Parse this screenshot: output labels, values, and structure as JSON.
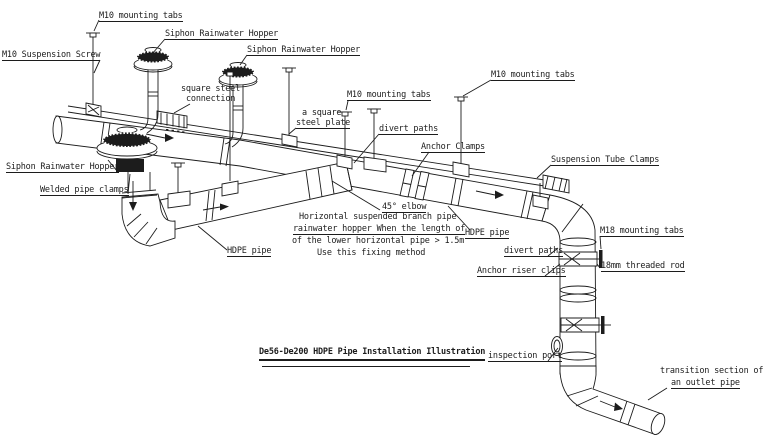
{
  "colors": {
    "ink": "#1c1c1c",
    "background": "#ffffff"
  },
  "title": "De56-De200 HDPE Pipe Installation Illustration",
  "labels": {
    "m10_mounting_tabs_left": "M10 mounting tabs",
    "siphon_hopper_top": "Siphon Rainwater Hopper",
    "m10_suspension_screw": "M10 Suspension Screw",
    "siphon_hopper_mid": "Siphon Rainwater Hopper",
    "square_steel_connection_l1": "square steel",
    "square_steel_connection_l2": "connection",
    "square_steel_plate_l1": "a square",
    "square_steel_plate_l2": "steel plate",
    "m10_mounting_tabs_mid": "M10 mounting tabs",
    "m10_mounting_tabs_right": "M10 mounting tabs",
    "divert_paths_mid": "divert paths",
    "anchor_clamps": "Anchor Clamps",
    "suspension_tube_clamps": "Suspension Tube Clamps",
    "siphon_hopper_left": "Siphon Rainwater Hopper",
    "welded_pipe_clamps": "Welded pipe clamps",
    "elbow_45": "45° elbow",
    "note_l1": "Horizontal suspended branch pipe",
    "note_l2": "rainwater hopper When the length of",
    "note_l3": "of the lower horizontal pipe > 1.5m",
    "note_l4": "Use this fixing method",
    "hdpe_pipe_left": "HDPE pipe",
    "hdpe_pipe_right": "HDPE pipe",
    "m18_mounting_tabs": "M18 mounting tabs",
    "divert_paths_right": "divert paths",
    "anchor_riser_clips": "Anchor riser clips",
    "threaded_rod_18mm": "18mm threaded rod",
    "inspection_port": "inspection port",
    "transition_l1": "transition section of",
    "transition_l2": "an outlet pipe"
  }
}
